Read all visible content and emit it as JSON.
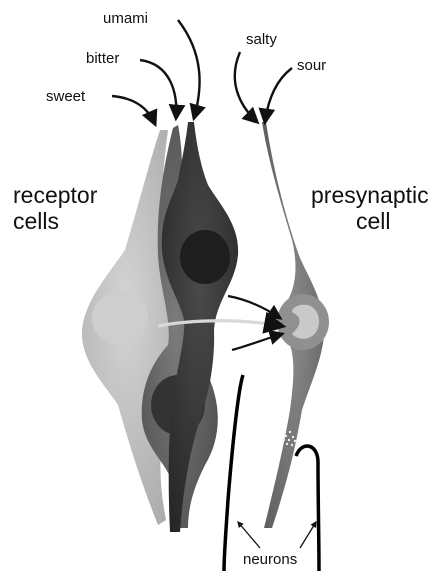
{
  "labels": {
    "umami": "umami",
    "bitter": "bitter",
    "sweet": "sweet",
    "salty": "salty",
    "sour": "sour",
    "receptor_line1": "receptor",
    "receptor_line2": "cells",
    "presynaptic_line1": "presynaptic",
    "presynaptic_line2": "cell",
    "neurons": "neurons"
  },
  "colors": {
    "background": "#ffffff",
    "sweet_cell": "#c2c2c2",
    "bitter_cell": "#6a6a6a",
    "umami_cell": "#3a3a3a",
    "presynaptic_cell": "#7a7a7a",
    "arrow": "#111111",
    "neuron": "#000000"
  }
}
